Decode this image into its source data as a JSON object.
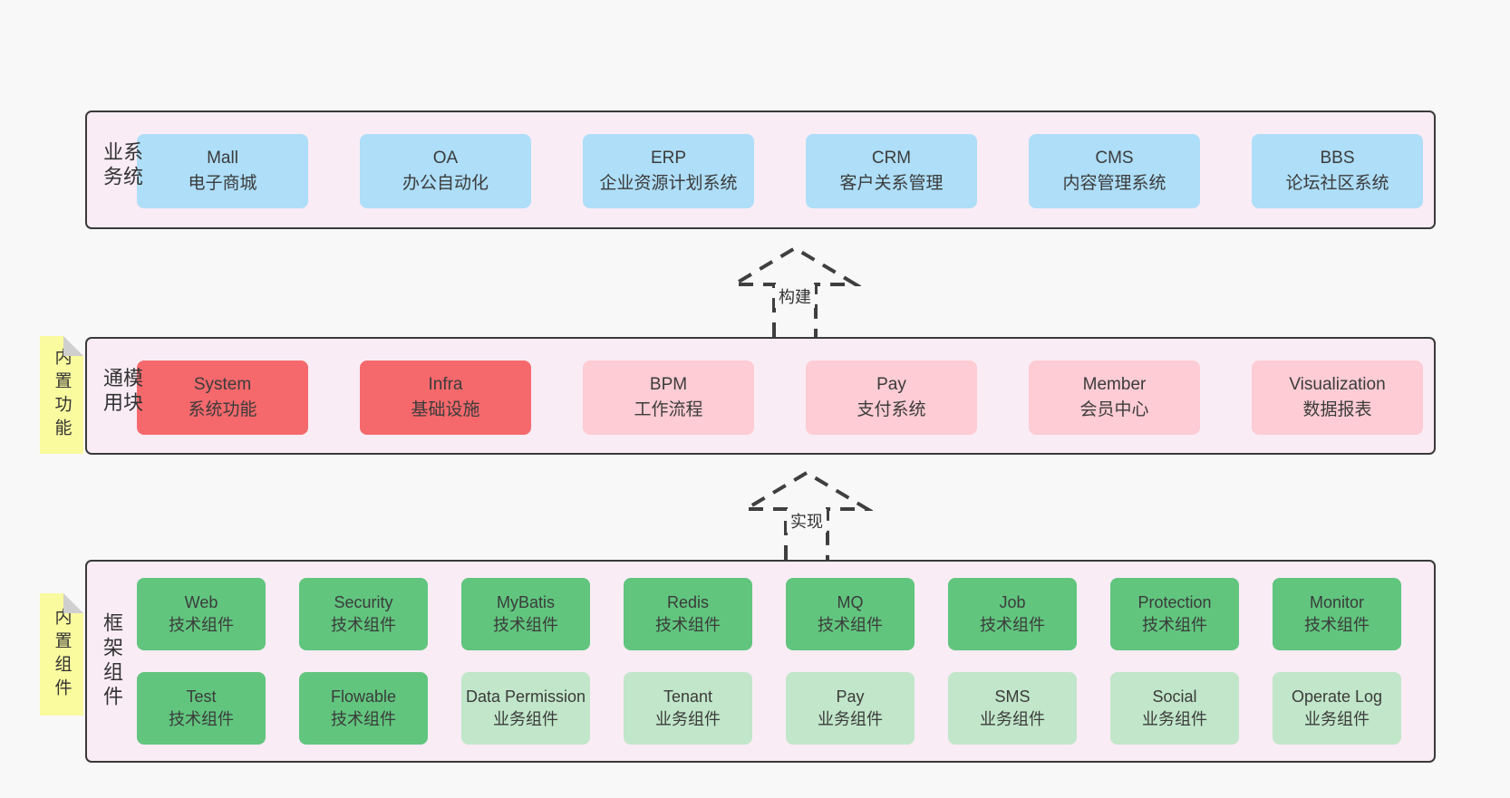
{
  "diagram": {
    "bands": [
      {
        "label": "业务系统",
        "boxes": [
          {
            "name": "Mall",
            "desc": "电子商城"
          },
          {
            "name": "OA",
            "desc": "办公自动化"
          },
          {
            "name": "ERP",
            "desc": "企业资源计划系统"
          },
          {
            "name": "CRM",
            "desc": "客户关系管理"
          },
          {
            "name": "CMS",
            "desc": "内容管理系统"
          },
          {
            "name": "BBS",
            "desc": "论坛社区系统"
          }
        ]
      },
      {
        "label": "通用模块",
        "note": "内置功能",
        "boxes": [
          {
            "name": "System",
            "desc": "系统功能"
          },
          {
            "name": "Infra",
            "desc": "基础设施"
          },
          {
            "name": "BPM",
            "desc": "工作流程"
          },
          {
            "name": "Pay",
            "desc": "支付系统"
          },
          {
            "name": "Member",
            "desc": "会员中心"
          },
          {
            "name": "Visualization",
            "desc": "数据报表"
          }
        ]
      },
      {
        "label": "框架组件",
        "note": "内置组件",
        "rows": [
          [
            {
              "name": "Web",
              "desc": "技术组件"
            },
            {
              "name": "Security",
              "desc": "技术组件"
            },
            {
              "name": "MyBatis",
              "desc": "技术组件"
            },
            {
              "name": "Redis",
              "desc": "技术组件"
            },
            {
              "name": "MQ",
              "desc": "技术组件"
            },
            {
              "name": "Job",
              "desc": "技术组件"
            },
            {
              "name": "Protection",
              "desc": "技术组件"
            },
            {
              "name": "Monitor",
              "desc": "技术组件"
            }
          ],
          [
            {
              "name": "Test",
              "desc": "技术组件"
            },
            {
              "name": "Flowable",
              "desc": "技术组件"
            },
            {
              "name": "Data Permission",
              "desc": "业务组件"
            },
            {
              "name": "Tenant",
              "desc": "业务组件"
            },
            {
              "name": "Pay",
              "desc": "业务组件"
            },
            {
              "name": "SMS",
              "desc": "业务组件"
            },
            {
              "name": "Social",
              "desc": "业务组件"
            },
            {
              "name": "Operate Log",
              "desc": "业务组件"
            }
          ]
        ]
      }
    ],
    "arrows": [
      {
        "label": "构建"
      },
      {
        "label": "实现"
      }
    ],
    "colors": {
      "page_bg": "#f8f8f8",
      "band_bg": "#f9ecf5",
      "band_border": "#3a3a3a",
      "blue": "#aedef8",
      "red": "#f5696c",
      "pink": "#fdccd4",
      "green": "#61c57e",
      "light_green": "#c1e6c9",
      "note_yellow": "#fafa9f",
      "text": "#3b3b3b"
    }
  }
}
